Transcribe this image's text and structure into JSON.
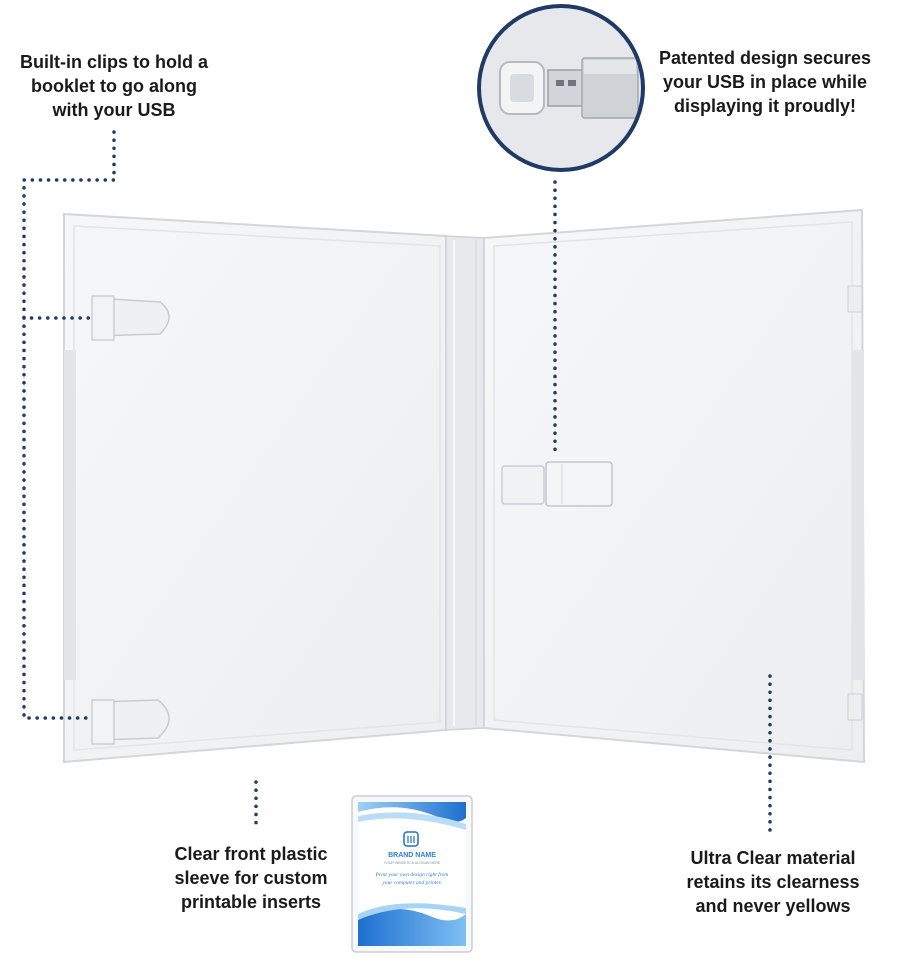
{
  "callouts": {
    "clips": {
      "lines": [
        "Built-in clips to hold a",
        "booklet to go along",
        "with your USB"
      ]
    },
    "usb": {
      "lines": [
        "Patented design secures",
        "your USB in place while",
        "displaying it proudly!"
      ]
    },
    "sleeve": {
      "lines": [
        "Clear front plastic",
        "sleeve for custom",
        "printable inserts"
      ]
    },
    "clear": {
      "lines": [
        "Ultra Clear material",
        "retains its clearness",
        "and never yellows"
      ]
    }
  },
  "insert_card": {
    "brand": "BRAND NAME",
    "tagline": "YOUR WEBSITE & SLOGAN HERE",
    "body_lines": [
      "Print your own design right from",
      "your computer and printer."
    ]
  },
  "colors": {
    "callout_text": "#1a1a1a",
    "dotted_line": "#1f3a66",
    "circle_border": "#1f3a66",
    "wave_blue": "#1e6fd0"
  }
}
